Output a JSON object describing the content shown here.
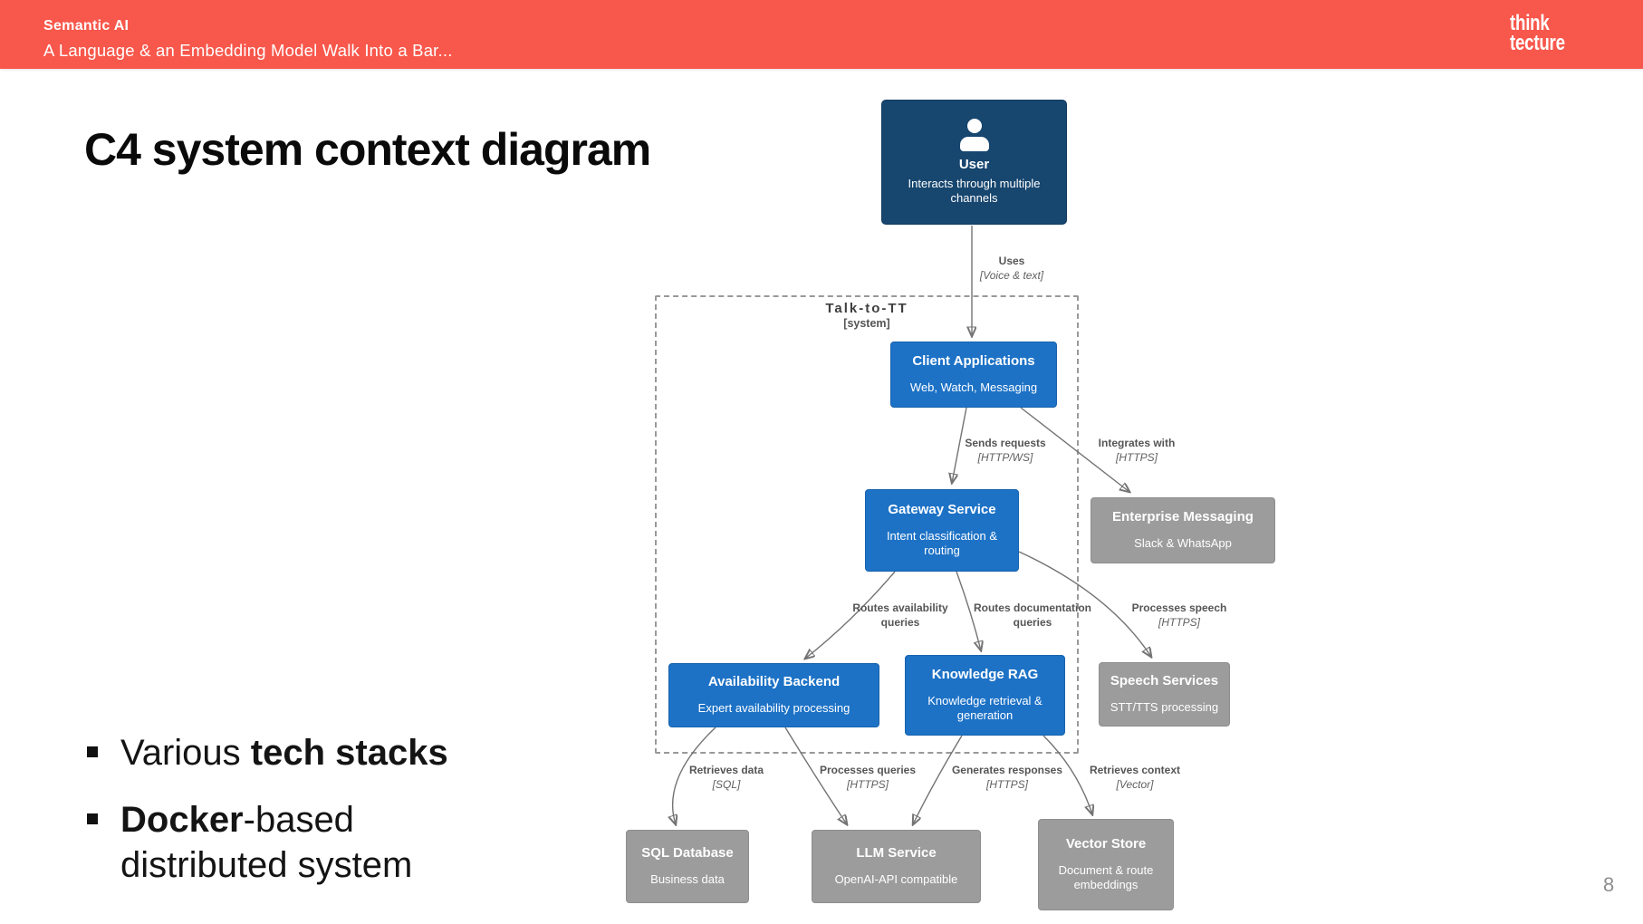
{
  "header": {
    "title": "Semantic AI",
    "subtitle": "A Language & an Embedding Model Walk Into a Bar...",
    "logo_line1": "think",
    "logo_line2": "tecture",
    "bg_color": "#F8574B"
  },
  "slide": {
    "title": "C4 system context diagram",
    "page_number": "8",
    "bullets": [
      {
        "pre": "Various ",
        "bold": "tech stacks",
        "post": ""
      },
      {
        "pre": "",
        "bold": "Docker",
        "post": "-based distributed system"
      }
    ]
  },
  "diagram": {
    "colors": {
      "person_box": "#17466F",
      "internal_box": "#1D72C6",
      "external_box": "#9C9C9C",
      "edge_line": "#737373",
      "boundary_dash": "#999999"
    },
    "icons": {
      "user": "person-silhouette-icon"
    },
    "boundary": {
      "title": "Talk-to-TT",
      "subtitle": "[system]"
    },
    "nodes": {
      "user": {
        "title": "User",
        "subtitle": "Interacts through multiple channels"
      },
      "client_apps": {
        "title": "Client Applications",
        "subtitle": "Web, Watch, Messaging"
      },
      "gateway": {
        "title": "Gateway Service",
        "subtitle": "Intent classification & routing"
      },
      "enterprise_messaging": {
        "title": "Enterprise Messaging",
        "subtitle": "Slack & WhatsApp"
      },
      "availability_backend": {
        "title": "Availability Backend",
        "subtitle": "Expert availability processing"
      },
      "knowledge_rag": {
        "title": "Knowledge RAG",
        "subtitle": "Knowledge retrieval & generation"
      },
      "speech_services": {
        "title": "Speech Services",
        "subtitle": "STT/TTS processing"
      },
      "sql_database": {
        "title": "SQL Database",
        "subtitle": "Business data"
      },
      "llm_service": {
        "title": "LLM Service",
        "subtitle": "OpenAI-API compatible"
      },
      "vector_store": {
        "title": "Vector Store",
        "subtitle": "Document & route embeddings"
      }
    },
    "edges": {
      "uses": {
        "line1": "Uses",
        "line2": "[Voice & text]"
      },
      "sends_requests": {
        "line1": "Sends requests",
        "line2": "[HTTP/WS]"
      },
      "integrates_with": {
        "line1": "Integrates with",
        "line2": "[HTTPS]"
      },
      "routes_availability": {
        "line1": "Routes availability",
        "line2": "queries"
      },
      "routes_documentation": {
        "line1": "Routes documentation",
        "line2": "queries"
      },
      "processes_speech": {
        "line1": "Processes speech",
        "line2": "[HTTPS]"
      },
      "retrieves_data": {
        "line1": "Retrieves data",
        "line2": "[SQL]"
      },
      "processes_queries": {
        "line1": "Processes queries",
        "line2": "[HTTPS]"
      },
      "generates_responses": {
        "line1": "Generates responses",
        "line2": "[HTTPS]"
      },
      "retrieves_context": {
        "line1": "Retrieves context",
        "line2": "[Vector]"
      }
    }
  }
}
